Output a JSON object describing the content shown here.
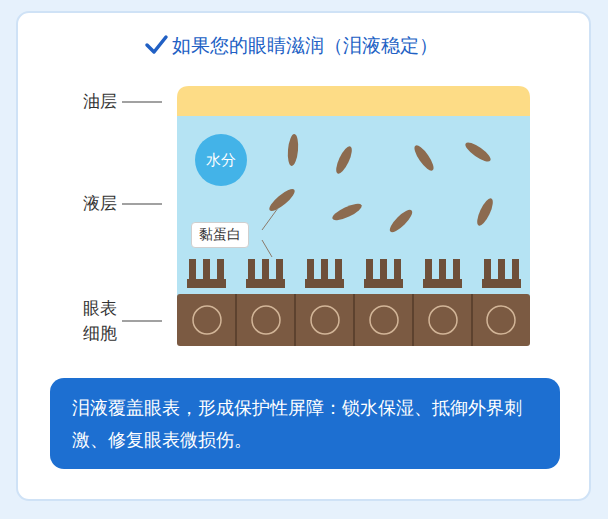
{
  "diagram": {
    "title": "如果您的眼睛滋润（泪液稳定）",
    "nodes": [
      {
        "text": [
          "水分"
        ]
      },
      {
        "text": [
          "黏蛋白"
        ]
      },
      {
        "text": [
          "泪液覆盖眼表，形成保护性屏障：锁水保湿、抵御外界刺激、修复眼表微损伤。"
        ]
      }
    ],
    "labels": [
      "油层",
      "液层",
      "眼表 细胞"
    ]
  }
}
